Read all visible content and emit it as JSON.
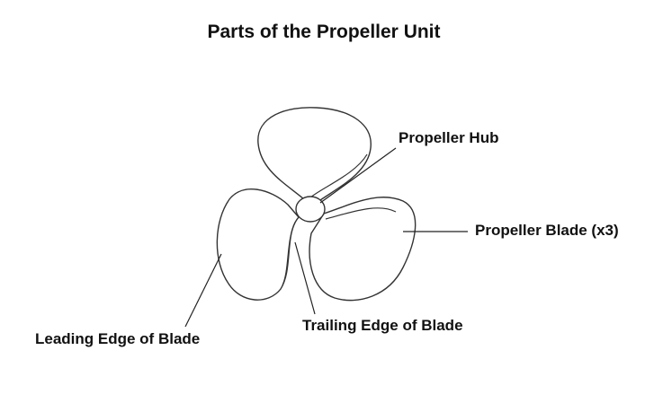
{
  "diagram": {
    "title": "Parts of the Propeller Unit",
    "labels": {
      "hub": "Propeller Hub",
      "blade": "Propeller Blade (x3)",
      "leading_edge": "Leading Edge of Blade",
      "trailing_edge": "Trailing Edge of Blade"
    }
  }
}
